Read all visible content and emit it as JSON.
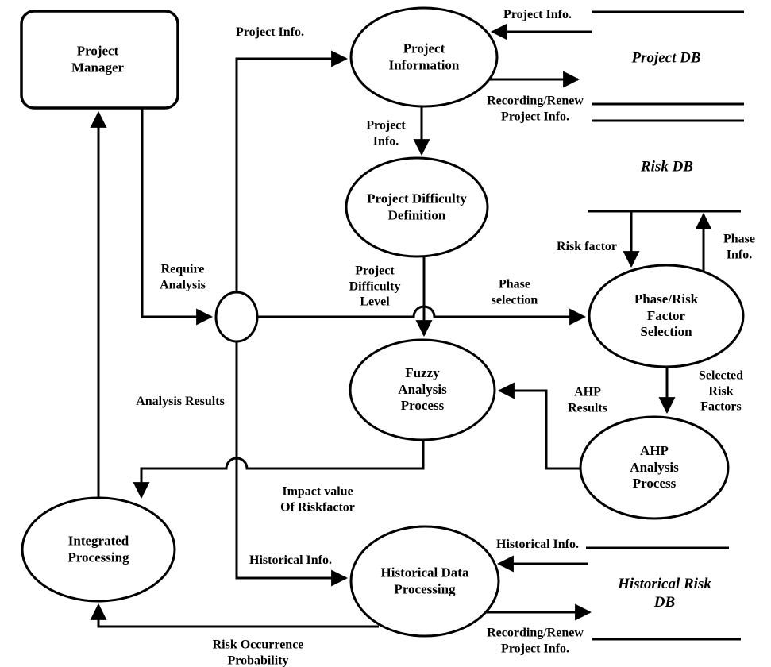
{
  "colors": {
    "ink": "#000000",
    "paper": "#ffffff"
  },
  "nodes": {
    "project_manager": "Project\nManager",
    "project_information": "Project\nInformation",
    "project_difficulty_definition": "Project Difficulty\nDefinition",
    "phase_risk_factor_selection": "Phase/Risk Factor\nSelection",
    "fuzzy_analysis_process": "Fuzzy\nAnalysis\nProcess",
    "ahp_analysis_process": "AHP\nAnalysis\nProcess",
    "integrated_processing": "Integrated\nProcessing",
    "historical_data_processing": "Historical Data\nProcessing"
  },
  "datastores": {
    "project_db": "Project DB",
    "risk_db": "Risk DB",
    "historical_risk_db": "Historical Risk DB"
  },
  "flows": {
    "project_info_top": "Project Info.",
    "project_info_db_in": "Project Info.",
    "recording_renew_project": "Recording/Renew\nProject Info.",
    "project_info_down": "Project\nInfo.",
    "risk_factor": "Risk factor",
    "phase_info": "Phase Info.",
    "require_analysis": "Require\nAnalysis",
    "project_difficulty_level": "Project\nDifficulty\nLevel",
    "phase_selection": "Phase\nselection",
    "ahp_results": "AHP\nResults",
    "selected_risk_factors": "Selected\nRisk\nFactors",
    "analysis_results": "Analysis Results",
    "impact_value": "Impact value\nOf Riskfactor",
    "historical_info_left": "Historical Info.",
    "historical_info_db": "Historical Info.",
    "recording_renew_historical": "Recording/Renew\nProject Info.",
    "risk_occurrence": "Risk Occurrence\nProbability"
  }
}
